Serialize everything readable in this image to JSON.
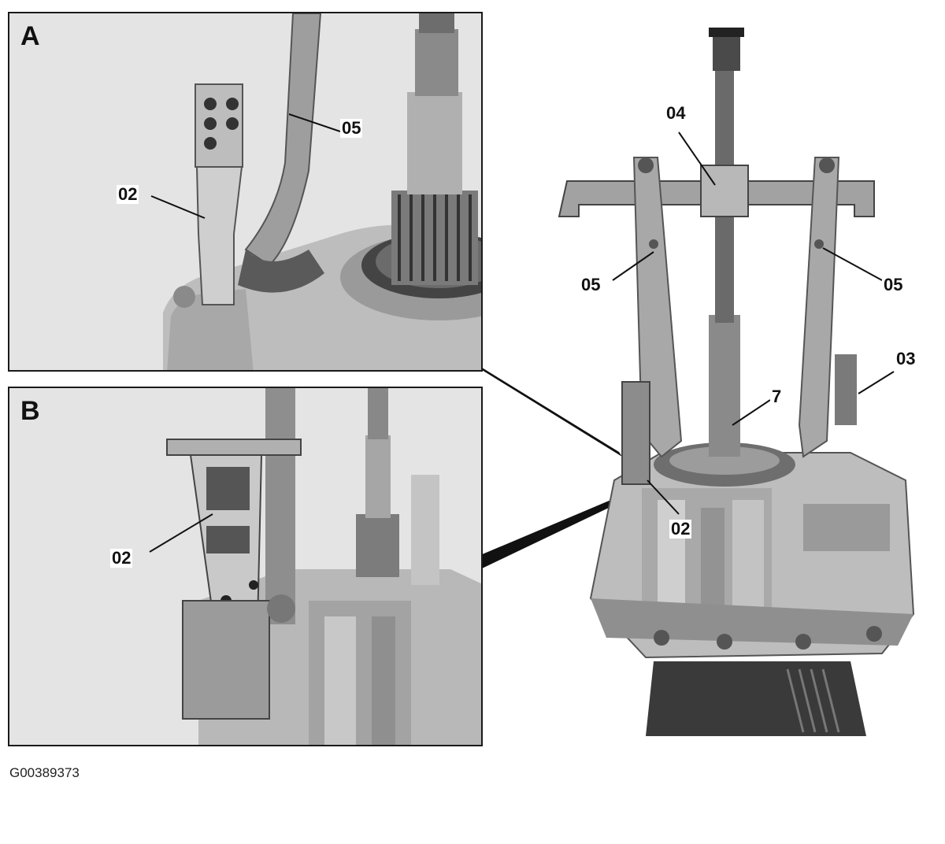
{
  "figure_id": "G00389373",
  "panels": {
    "a": {
      "letter": "A",
      "labels": {
        "bracket": "02",
        "puller_arm": "05"
      }
    },
    "b": {
      "letter": "B",
      "labels": {
        "bracket": "02"
      }
    }
  },
  "main": {
    "labels": {
      "puller": "04",
      "arm_left": "05",
      "arm_right": "05",
      "support": "03",
      "shaft": "7",
      "bracket": "02"
    }
  }
}
